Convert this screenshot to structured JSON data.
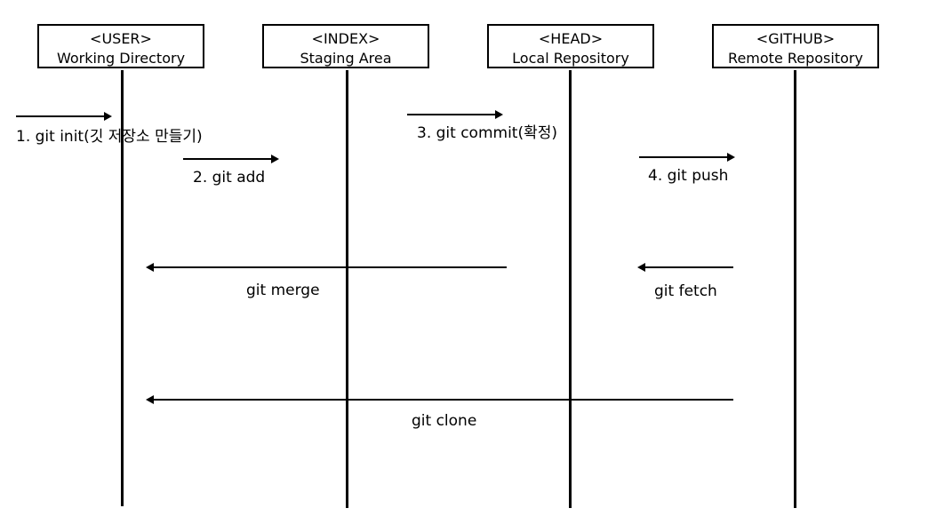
{
  "participants": [
    {
      "tag": "<USER>",
      "name": "Working Directory"
    },
    {
      "tag": "<INDEX>",
      "name": "Staging Area"
    },
    {
      "tag": "<HEAD>",
      "name": "Local Repository"
    },
    {
      "tag": "<GITHUB>",
      "name": "Remote Repository"
    }
  ],
  "messages": {
    "init": "1. git init(깃  저장소 만들기)",
    "add": "2. git add",
    "commit": "3. git commit(확정)",
    "push": "4. git push",
    "merge": "git merge",
    "fetch": "git fetch",
    "clone": "git clone"
  }
}
